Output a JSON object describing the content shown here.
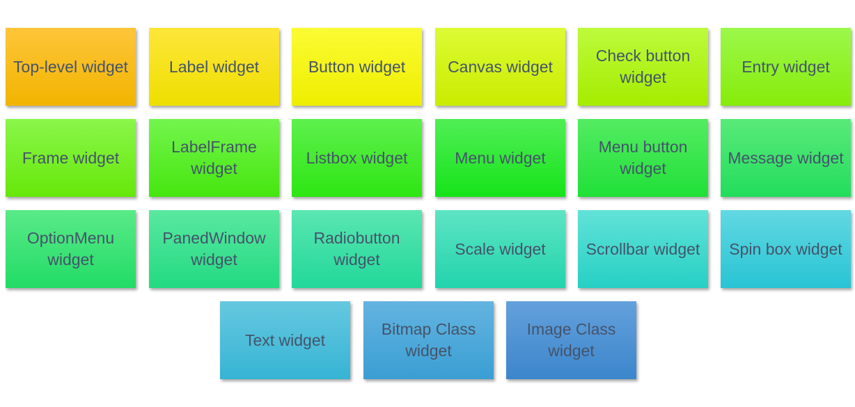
{
  "diagram": {
    "text_color": "#44546a",
    "rows": [
      {
        "items": [
          {
            "label": "Top-level widget",
            "top": "#fec53a",
            "bottom": "#f2b400"
          },
          {
            "label": "Label widget",
            "top": "#fee63a",
            "bottom": "#eedf00"
          },
          {
            "label": "Button widget",
            "top": "#fbfb34",
            "bottom": "#eeee00"
          },
          {
            "label": "Canvas widget",
            "top": "#ddfb34",
            "bottom": "#c9ec00"
          },
          {
            "label": "Check button widget",
            "top": "#bdfb3c",
            "bottom": "#a4ec00"
          },
          {
            "label": "Entry widget",
            "top": "#9cf84a",
            "bottom": "#86ec0a"
          }
        ]
      },
      {
        "items": [
          {
            "label": "Frame widget",
            "top": "#8af64a",
            "bottom": "#66e80a"
          },
          {
            "label": "LabelFrame widget",
            "top": "#74f54e",
            "bottom": "#45e60e"
          },
          {
            "label": "Listbox widget",
            "top": "#5ef04e",
            "bottom": "#2ee612"
          },
          {
            "label": "Menu widget",
            "top": "#50ee55",
            "bottom": "#16e41a"
          },
          {
            "label": "Menu button widget",
            "top": "#54ec62",
            "bottom": "#20e038"
          },
          {
            "label": "Message widget",
            "top": "#5aea7a",
            "bottom": "#22dd5c"
          }
        ]
      },
      {
        "items": [
          {
            "label": "OptionMenu widget",
            "top": "#5aea88",
            "bottom": "#22dc66"
          },
          {
            "label": "PanedWindow widget",
            "top": "#5ae8a0",
            "bottom": "#22da82"
          },
          {
            "label": "Radiobutton widget",
            "top": "#5ae6b2",
            "bottom": "#22d89a"
          },
          {
            "label": "Scale widget",
            "top": "#5ee4c4",
            "bottom": "#22d4ac"
          },
          {
            "label": "Scrollbar widget",
            "top": "#62e2d8",
            "bottom": "#26d0c4"
          },
          {
            "label": "Spin box widget",
            "top": "#62d8e2",
            "bottom": "#28c4d4"
          }
        ]
      },
      {
        "items": [
          {
            "label": "Text widget",
            "top": "#66c8e0",
            "bottom": "#36b4d4"
          },
          {
            "label": "Bitmap Class widget",
            "top": "#64b4e0",
            "bottom": "#3a9ed4"
          },
          {
            "label": "Image Class widget",
            "top": "#64a0dc",
            "bottom": "#3c86cc"
          }
        ]
      }
    ]
  }
}
